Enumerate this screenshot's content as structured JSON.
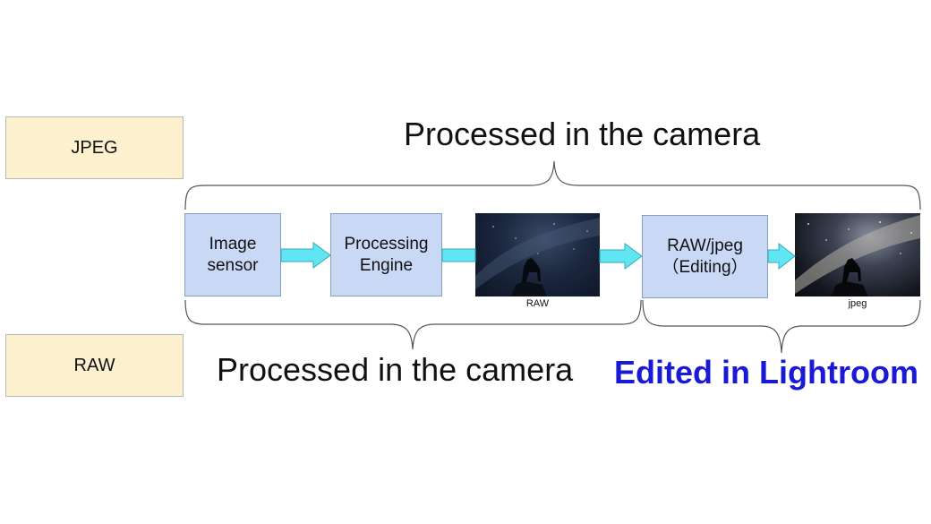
{
  "side_labels": {
    "jpeg": "JPEG",
    "raw": "RAW"
  },
  "steps": {
    "sensor_line1": "Image",
    "sensor_line2": "sensor",
    "engine_line1": "Processing",
    "engine_line2": "Engine",
    "editing_line1": "RAW/jpeg",
    "editing_line2": "（Editing）"
  },
  "captions": {
    "raw": "RAW",
    "jpeg": "jpeg"
  },
  "labels": {
    "top": "Processed in the camera",
    "bottom": "Processed in the camera",
    "lightroom": "Edited in Lightroom"
  },
  "colors": {
    "side_box": "#fcf0cf",
    "step_box": "#c9d9f5",
    "arrow": "#5fe6f2",
    "lightroom_text": "#1a1ad6"
  },
  "icons": {
    "arrow": "right-arrow-icon",
    "brace": "curly-brace-icon"
  }
}
